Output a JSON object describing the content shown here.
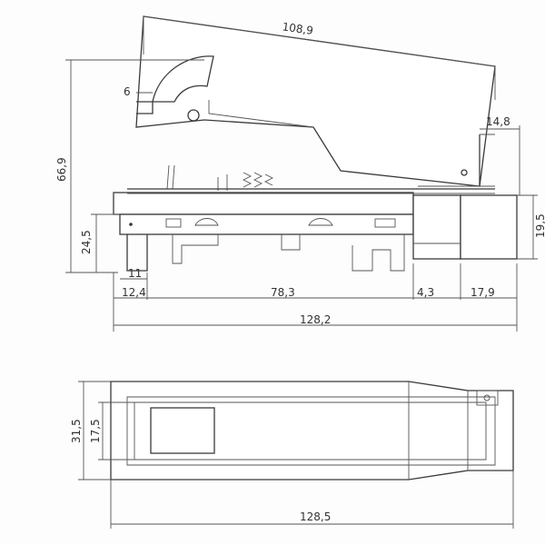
{
  "drawing": {
    "side_view": {
      "dims": {
        "lever_length": "108,9",
        "lever_tip": "6",
        "overall_height": "66,9",
        "body_height": "24,5",
        "end_block_height": "19,5",
        "end_block_top": "14,8",
        "left_step": "11",
        "left_offset": "12,4",
        "center_span": "78,3",
        "gap": "4,3",
        "right_block": "17,9",
        "overall_length": "128,2"
      }
    },
    "bottom_view": {
      "dims": {
        "overall_width": "31,5",
        "inner_width": "17,5",
        "overall_length": "128,5"
      }
    }
  }
}
